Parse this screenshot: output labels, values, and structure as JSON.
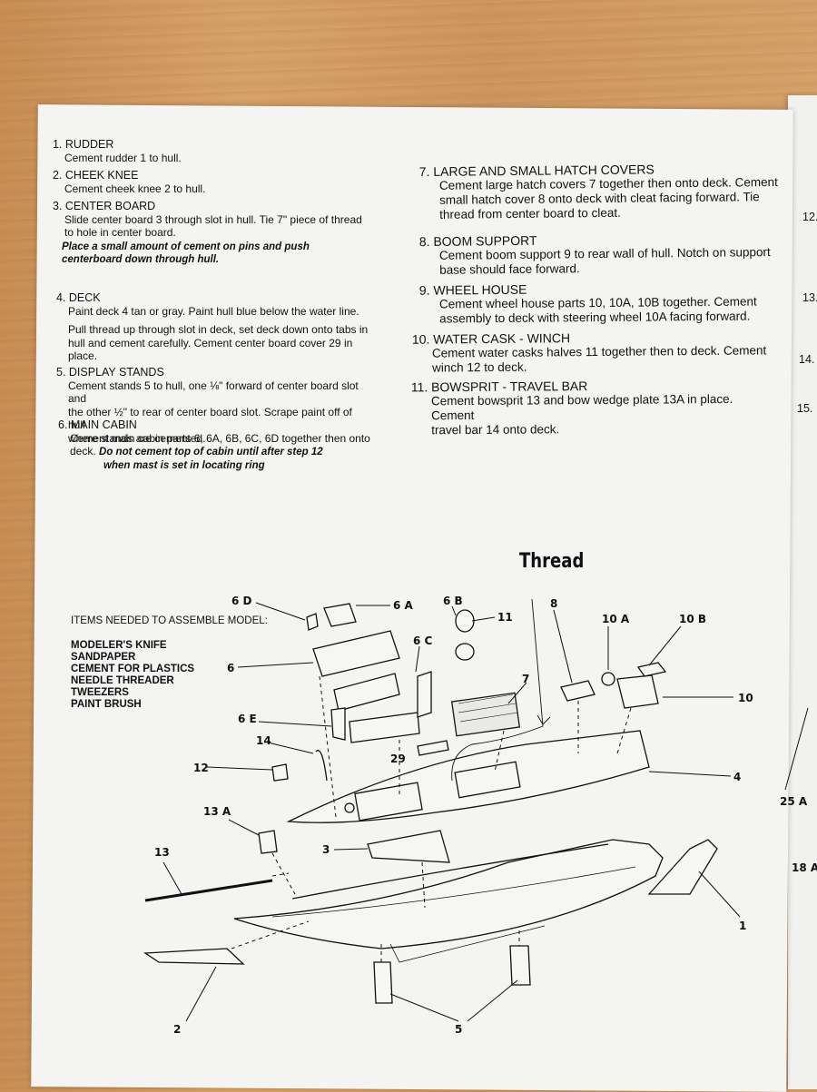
{
  "steps_left": [
    {
      "title": "1. RUDDER",
      "lines": [
        "Cement rudder 1 to hull."
      ],
      "note": []
    },
    {
      "title": "2. CHEEK KNEE",
      "lines": [
        "Cement cheek knee 2 to hull."
      ],
      "note": []
    },
    {
      "title": "3. CENTER BOARD",
      "lines": [
        "Slide center board 3 through slot in hull. Tie 7\" piece of thread",
        "to hole in center board."
      ],
      "note": [
        "Place a small amount of cement on pins and push",
        "centerboard down through hull."
      ]
    },
    {
      "title": "4. DECK",
      "lines": [
        "Paint deck 4 tan or gray. Paint hull blue below the water line.",
        "Pull thread up through slot in deck, set deck down onto tabs in",
        "hull and cement carefully. Cement center board cover 29 in",
        "place."
      ],
      "note": []
    },
    {
      "title": "5. DISPLAY STANDS",
      "lines": [
        "Cement stands 5 to hull, one ⅛\" forward of center board slot and",
        "the other ½\" to rear of center board slot. Scrape paint off of hull",
        "where stands are cemented."
      ],
      "note": []
    },
    {
      "title": "6. MAIN CABIN",
      "lines": [
        "Cement main cabin parts 6, 6A, 6B, 6C, 6D together then onto",
        "deck."
      ],
      "note": [
        "Do not cement top of cabin until after step 12",
        "when mast is set in locating ring"
      ]
    }
  ],
  "steps_right": [
    {
      "title": "7. LARGE AND SMALL HATCH COVERS",
      "lines": [
        "Cement large hatch covers 7 together then onto deck. Cement",
        "small hatch cover 8 onto deck with cleat facing forward. Tie",
        "thread from center board to cleat."
      ]
    },
    {
      "title": "8. BOOM SUPPORT",
      "lines": [
        "Cement boom support 9 to rear wall of hull. Notch on support",
        "base should face forward."
      ]
    },
    {
      "title": "9. WHEEL HOUSE",
      "lines": [
        "Cement wheel house parts 10, 10A, 10B together. Cement",
        "assembly to deck with steering wheel 10A facing forward."
      ]
    },
    {
      "title": "10. WATER CASK - WINCH",
      "lines": [
        "Cement water casks halves 11 together then to deck. Cement",
        "winch 12 to deck."
      ]
    },
    {
      "title": "11. BOWSPRIT - TRAVEL BAR",
      "lines": [
        "Cement bowsprit 13 and bow wedge plate 13A in place. Cement",
        "travel bar 14 onto deck."
      ]
    }
  ],
  "edge_numbers": [
    "12.",
    "13.",
    "14.",
    "15."
  ],
  "items_needed": {
    "heading": "ITEMS NEEDED TO ASSEMBLE MODEL:",
    "list": [
      "MODELER'S KNIFE",
      "SANDPAPER",
      "CEMENT FOR PLASTICS",
      "NEEDLE THREADER",
      "TWEEZERS",
      "PAINT BRUSH"
    ]
  },
  "diagram": {
    "thread_label": "Thread",
    "part_labels": [
      "6 D",
      "6 A",
      "6 B",
      "11",
      "8",
      "10 A",
      "10 B",
      "6 C",
      "6",
      "7",
      "10",
      "6 E",
      "14",
      "29",
      "12",
      "4",
      "13 A",
      "3",
      "13",
      "1",
      "2",
      "5",
      "25 A",
      "18 A"
    ]
  }
}
